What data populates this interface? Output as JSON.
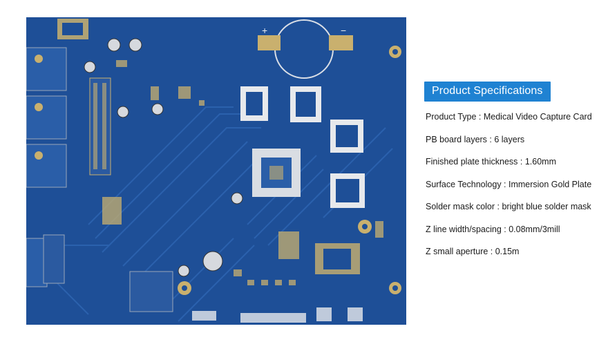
{
  "silkscreen": {
    "battery_plus": "+",
    "battery_minus": "−"
  },
  "specs": {
    "heading": "Product Specifications",
    "items": [
      "Product Type : Medical Video Capture Card",
      "PB board layers : 6 layers",
      "Finished plate thickness : 1.60mm",
      "Surface Technology : Immersion Gold Plate",
      "Solder mask color : bright blue solder mask",
      "Z line width/spacing : 0.08mm/3mill",
      "Z small aperture : 0.15m"
    ]
  },
  "colors": {
    "solder_mask": "#1e4f97",
    "copper_trace": "#2f66b3",
    "gold_pad": "#c9b06e",
    "heading_bg": "#1f82d2"
  }
}
